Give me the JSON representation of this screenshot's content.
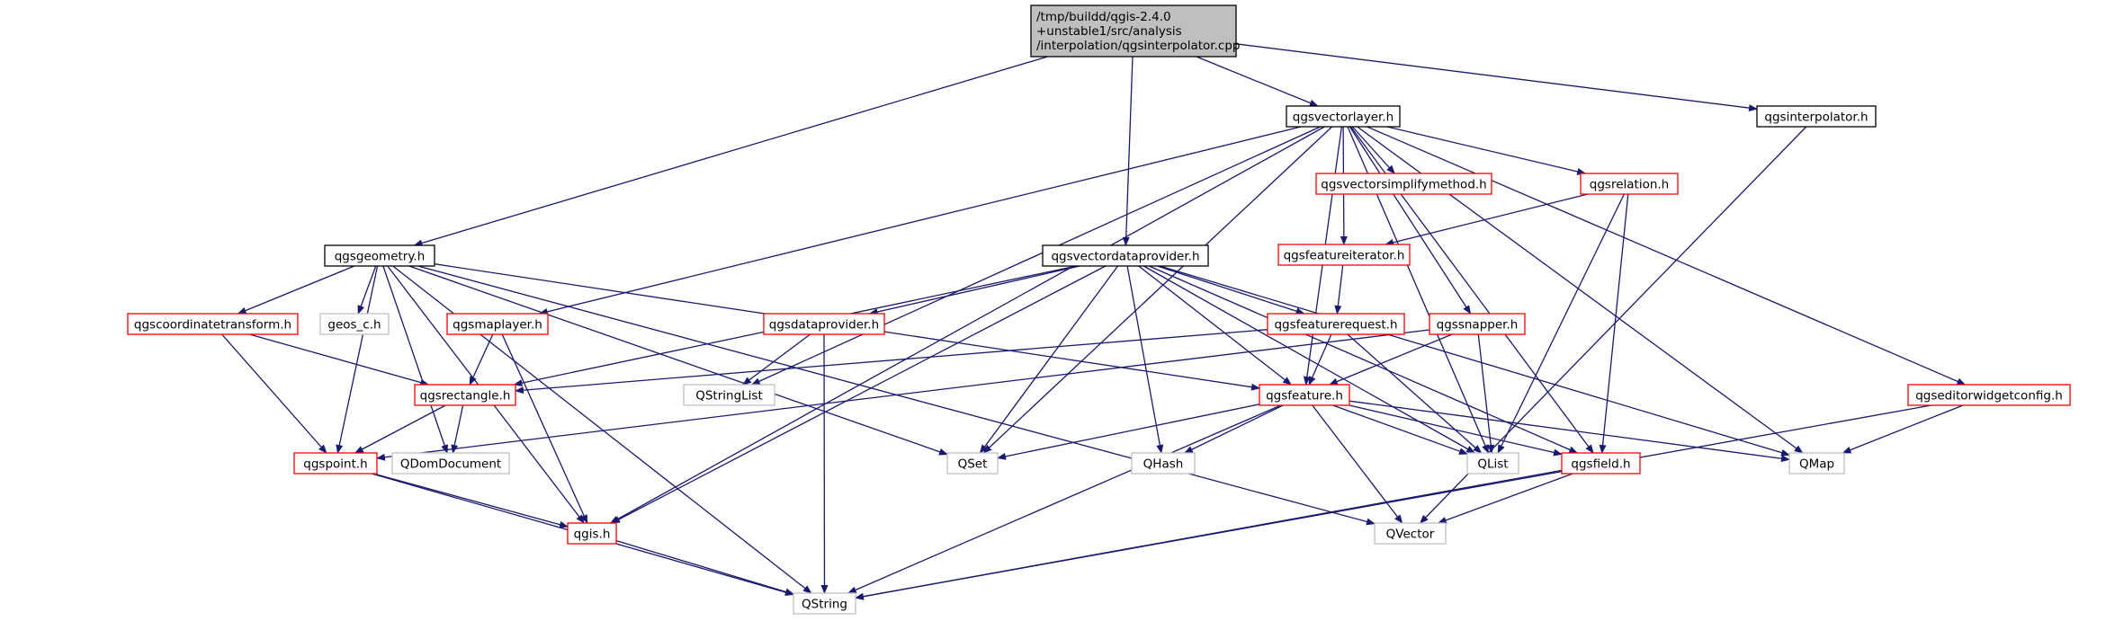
{
  "colors": {
    "edge": "#191970",
    "node_black_border": "#000000",
    "node_red_border": "#ff0000",
    "node_gray_border": "#bfbfbf",
    "root_fill": "#bfbfbf",
    "node_fill": "#ffffff"
  },
  "nodes": [
    {
      "id": "root",
      "label": "/tmp/buildd/qgis-2.4.0\n+unstable1/src/analysis\n/interpolation/qgsinterpolator.cpp",
      "style": "root"
    },
    {
      "id": "qgsvectorlayer",
      "label": "qgsvectorlayer.h",
      "style": "black"
    },
    {
      "id": "qgsinterpolator",
      "label": "qgsinterpolator.h",
      "style": "black"
    },
    {
      "id": "qgsgeometry",
      "label": "qgsgeometry.h",
      "style": "black"
    },
    {
      "id": "qgsvectordataprovider",
      "label": "qgsvectordataprovider.h",
      "style": "black"
    },
    {
      "id": "qgsvectorsimplifymethod",
      "label": "qgsvectorsimplifymethod.h",
      "style": "red"
    },
    {
      "id": "qgsrelation",
      "label": "qgsrelation.h",
      "style": "red"
    },
    {
      "id": "qgsfeatureiterator",
      "label": "qgsfeatureiterator.h",
      "style": "red"
    },
    {
      "id": "qgscoordinatetransform",
      "label": "qgscoordinatetransform.h",
      "style": "red"
    },
    {
      "id": "geos_c",
      "label": "geos_c.h",
      "style": "gray"
    },
    {
      "id": "qgsmaplayer",
      "label": "qgsmaplayer.h",
      "style": "red"
    },
    {
      "id": "qgsdataprovider",
      "label": "qgsdataprovider.h",
      "style": "red"
    },
    {
      "id": "qgsfeaturerequest",
      "label": "qgsfeaturerequest.h",
      "style": "red"
    },
    {
      "id": "qgssnapper",
      "label": "qgssnapper.h",
      "style": "red"
    },
    {
      "id": "qgseditorwidgetconfig",
      "label": "qgseditorwidgetconfig.h",
      "style": "red"
    },
    {
      "id": "qgsrectangle",
      "label": "qgsrectangle.h",
      "style": "red"
    },
    {
      "id": "qstringlist",
      "label": "QStringList",
      "style": "gray"
    },
    {
      "id": "qgsfeature",
      "label": "qgsfeature.h",
      "style": "red"
    },
    {
      "id": "qgspoint",
      "label": "qgspoint.h",
      "style": "red"
    },
    {
      "id": "qdomdocument",
      "label": "QDomDocument",
      "style": "gray"
    },
    {
      "id": "qset",
      "label": "QSet",
      "style": "gray"
    },
    {
      "id": "qhash",
      "label": "QHash",
      "style": "gray"
    },
    {
      "id": "qlist",
      "label": "QList",
      "style": "gray"
    },
    {
      "id": "qgsfield",
      "label": "qgsfield.h",
      "style": "red"
    },
    {
      "id": "qmap",
      "label": "QMap",
      "style": "gray"
    },
    {
      "id": "qgis",
      "label": "qgis.h",
      "style": "red"
    },
    {
      "id": "qvector",
      "label": "QVector",
      "style": "gray"
    },
    {
      "id": "qstring",
      "label": "QString",
      "style": "gray"
    }
  ],
  "edges": [
    [
      "root",
      "qgsvectorlayer"
    ],
    [
      "root",
      "qgsinterpolator"
    ],
    [
      "root",
      "qgsgeometry"
    ],
    [
      "root",
      "qgsvectordataprovider"
    ],
    [
      "qgsvectorlayer",
      "qgsvectorsimplifymethod"
    ],
    [
      "qgsvectorlayer",
      "qgsrelation"
    ],
    [
      "qgsvectorlayer",
      "qgsfeatureiterator"
    ],
    [
      "qgsvectorlayer",
      "qgsmaplayer"
    ],
    [
      "qgsvectorlayer",
      "qgssnapper"
    ],
    [
      "qgsvectorlayer",
      "qgseditorwidgetconfig"
    ],
    [
      "qgsvectorlayer",
      "qgsfeature"
    ],
    [
      "qgsvectorlayer",
      "qstringlist"
    ],
    [
      "qgsvectorlayer",
      "qset"
    ],
    [
      "qgsvectorlayer",
      "qlist"
    ],
    [
      "qgsvectorlayer",
      "qgsfield"
    ],
    [
      "qgsvectorlayer",
      "qmap"
    ],
    [
      "qgsvectorlayer",
      "qgis"
    ],
    [
      "qgsinterpolator",
      "qvector"
    ],
    [
      "qgsrelation",
      "qgsfeatureiterator"
    ],
    [
      "qgsrelation",
      "qlist"
    ],
    [
      "qgsrelation",
      "qgsfield"
    ],
    [
      "qgsfeatureiterator",
      "qgsfeaturerequest"
    ],
    [
      "qgsgeometry",
      "qgscoordinatetransform"
    ],
    [
      "qgsgeometry",
      "geos_c"
    ],
    [
      "qgsgeometry",
      "qdomdocument"
    ],
    [
      "qgsgeometry",
      "qgspoint"
    ],
    [
      "qgsgeometry",
      "qgis"
    ],
    [
      "qgsgeometry",
      "qstring"
    ],
    [
      "qgsgeometry",
      "qset"
    ],
    [
      "qgsgeometry",
      "qgsfeature"
    ],
    [
      "qgsgeometry",
      "qvector"
    ],
    [
      "qgsvectordataprovider",
      "qgsdataprovider"
    ],
    [
      "qgsvectordataprovider",
      "qgsfeaturerequest"
    ],
    [
      "qgsvectordataprovider",
      "qgsrectangle"
    ],
    [
      "qgsvectordataprovider",
      "qset"
    ],
    [
      "qgsvectordataprovider",
      "qhash"
    ],
    [
      "qgsvectordataprovider",
      "qgsfeature"
    ],
    [
      "qgsvectordataprovider",
      "qlist"
    ],
    [
      "qgsvectordataprovider",
      "qgsfield"
    ],
    [
      "qgsvectordataprovider",
      "qmap"
    ],
    [
      "qgsvectordataprovider",
      "qgis"
    ],
    [
      "qgscoordinatetransform",
      "qgsrectangle"
    ],
    [
      "qgscoordinatetransform",
      "qgspoint"
    ],
    [
      "qgsmaplayer",
      "qgsrectangle"
    ],
    [
      "qgsmaplayer",
      "qgis"
    ],
    [
      "qgsdataprovider",
      "qstringlist"
    ],
    [
      "qgsdataprovider",
      "qstring"
    ],
    [
      "qgsfeaturerequest",
      "qgsrectangle"
    ],
    [
      "qgsfeaturerequest",
      "qgsfeature"
    ],
    [
      "qgsfeaturerequest",
      "qlist"
    ],
    [
      "qgssnapper",
      "qgsfeature"
    ],
    [
      "qgssnapper",
      "qlist"
    ],
    [
      "qgssnapper",
      "qgspoint"
    ],
    [
      "qgseditorwidgetconfig",
      "qmap"
    ],
    [
      "qgseditorwidgetconfig",
      "qstring"
    ],
    [
      "qgsrectangle",
      "qgspoint"
    ],
    [
      "qgsrectangle",
      "qdomdocument"
    ],
    [
      "qgsfeature",
      "qset"
    ],
    [
      "qgsfeature",
      "qhash"
    ],
    [
      "qgsfeature",
      "qlist"
    ],
    [
      "qgsfeature",
      "qgsfield"
    ],
    [
      "qgsfeature",
      "qmap"
    ],
    [
      "qgsfeature",
      "qvector"
    ],
    [
      "qgsfeature",
      "qstring"
    ],
    [
      "qgspoint",
      "qgis"
    ],
    [
      "qgspoint",
      "qstring"
    ],
    [
      "qgsfield",
      "qvector"
    ],
    [
      "qgsfield",
      "qstring"
    ],
    [
      "qgis",
      "qstring"
    ]
  ]
}
